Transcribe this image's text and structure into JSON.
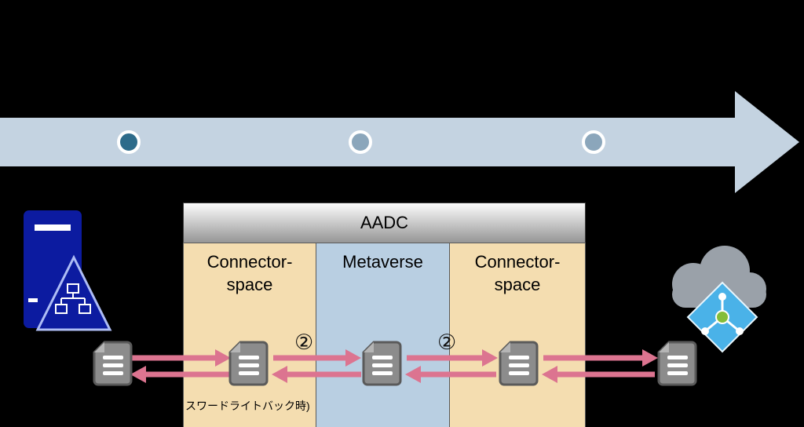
{
  "diagram": {
    "title": "AADC",
    "columns": {
      "left": {
        "line1": "Connector-",
        "line2": "space"
      },
      "middle": {
        "label": "Metaverse"
      },
      "right": {
        "line1": "Connector-",
        "line2": "space"
      }
    },
    "annotations": {
      "step_marker_left": "②",
      "step_marker_right": "②",
      "bottom_note": "スワードライトバック時)"
    },
    "icons": {
      "left_system": "on-premises-ad-server-icon",
      "right_system": "azure-ad-cloud-icon",
      "object": "document-icon"
    },
    "colors": {
      "timeline_arrow": "#c4d3e1",
      "milestone_active": "#2d6b8a",
      "milestone_inactive": "#8ba6bb",
      "connector_space_fill": "#f4ddb0",
      "metaverse_fill": "#b9cfe2",
      "sync_arrow": "#dc7490",
      "server_icon": "#0c1ba0",
      "cloud_icon": "#9aa1a9",
      "azure_ad_diamond": "#4ab2e8"
    }
  }
}
